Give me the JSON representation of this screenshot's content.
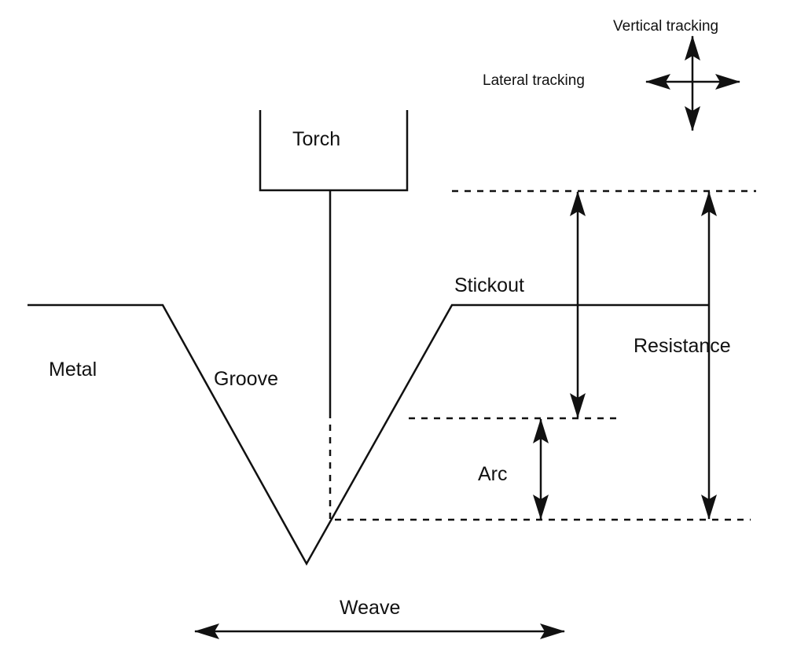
{
  "labels": {
    "vertical_tracking": "Vertical tracking",
    "lateral_tracking": "Lateral tracking",
    "torch": "Torch",
    "stickout": "Stickout",
    "resistance": "Resistance",
    "metal": "Metal",
    "groove": "Groove",
    "arc": "Arc",
    "weave": "Weave"
  },
  "colors": {
    "ink": "#111111",
    "background": "#ffffff"
  }
}
